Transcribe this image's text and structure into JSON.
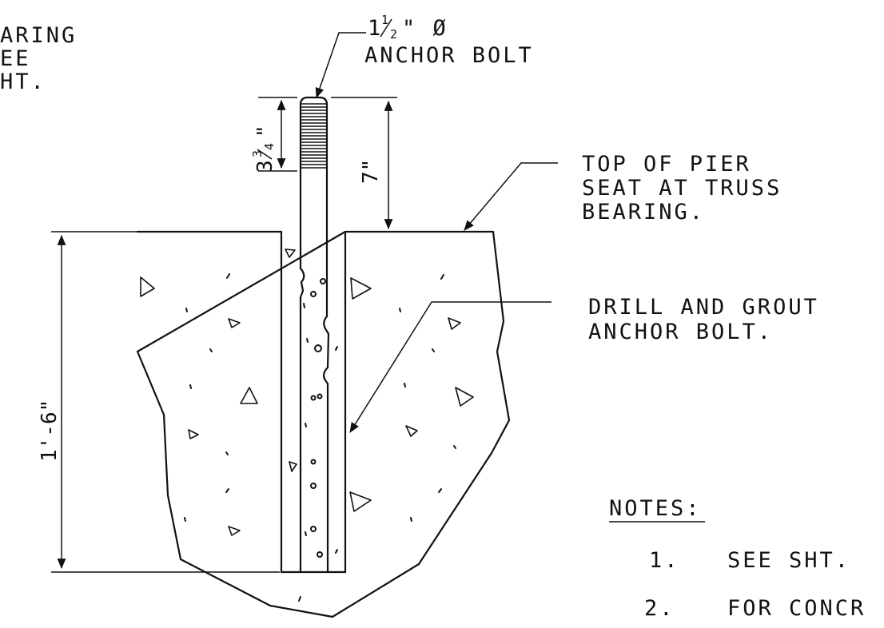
{
  "labels": {
    "bearing_see_sht": [
      "ARING",
      "EE",
      "HT."
    ],
    "bolt_size": "1½\" Ø",
    "bolt_size_whole": "1",
    "bolt_size_frac_num": "1",
    "bolt_size_frac_den": "2",
    "bolt_size_suffix": "\" Ø",
    "anchor_bolt": "ANCHOR BOLT",
    "top_of_pier": [
      "TOP OF PIER",
      "SEAT AT TRUSS",
      "BEARING."
    ],
    "drill_and_grout": [
      "DRILL AND GROUT",
      "ANCHOR BOLT."
    ]
  },
  "dimensions": {
    "thread_length": "3¾\"",
    "thread_whole": "3",
    "thread_frac_num": "3",
    "thread_frac_den": "4",
    "thread_suffix": "\"",
    "projection": "7\"",
    "embedment": "1'-6\""
  },
  "notes": {
    "heading": "NOTES:",
    "items": [
      {
        "number": "1.",
        "text": "SEE SHT."
      },
      {
        "number": "2.",
        "text": "FOR CONCR"
      }
    ]
  }
}
